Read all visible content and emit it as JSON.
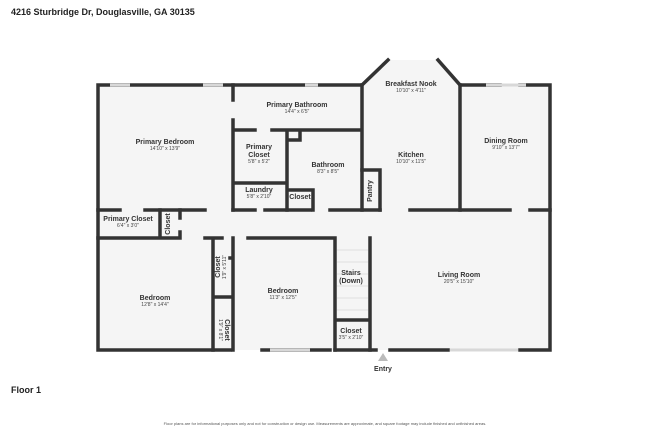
{
  "address": "4216 Sturbridge Dr, Douglasville, GA 30135",
  "floor_label": "Floor 1",
  "disclaimer": "Floor plans are for informational purposes only and not for construction or design use. Measurements are approximate, and square footage may include finished and unfinished areas.",
  "entry_label": "Entry",
  "rooms": [
    {
      "name": "Primary Bedroom",
      "dims": "14'10\" x 13'9\""
    },
    {
      "name": "Primary Bathroom",
      "dims": "14'4\" x 6'5\""
    },
    {
      "name": "Breakfast Nook",
      "dims": "10'10\" x 4'11\""
    },
    {
      "name": "Primary Closet",
      "dims": "5'8\" x 5'2\""
    },
    {
      "name": "Bathroom",
      "dims": "8'3\" x 8'5\""
    },
    {
      "name": "Kitchen",
      "dims": "10'10\" x 11'5\""
    },
    {
      "name": "Dining Room",
      "dims": "9'10\" x 13'7\""
    },
    {
      "name": "Laundry",
      "dims": "5'8\" x 2'10\""
    },
    {
      "name": "Closet",
      "dims": ""
    },
    {
      "name": "Pantry",
      "dims": ""
    },
    {
      "name": "Primary Closet",
      "dims": "6'4\" x 3'0\""
    },
    {
      "name": "Closet",
      "dims": ""
    },
    {
      "name": "Closet",
      "dims": "1'9\" x 5'11\""
    },
    {
      "name": "Bedroom",
      "dims": "12'8\" x 14'4\""
    },
    {
      "name": "Bedroom",
      "dims": "11'3\" x 12'5\""
    },
    {
      "name": "Closet",
      "dims": "1'9\" x 8'1\""
    },
    {
      "name": "Stairs",
      "dims": "(Down)"
    },
    {
      "name": "Living Room",
      "dims": "20'5\" x 15'10\""
    },
    {
      "name": "Closet",
      "dims": "3'5\" x 2'10\""
    }
  ],
  "colors": {
    "wall": "#333333",
    "floor": "#f5f5f5",
    "window": "#d8d8d8"
  }
}
